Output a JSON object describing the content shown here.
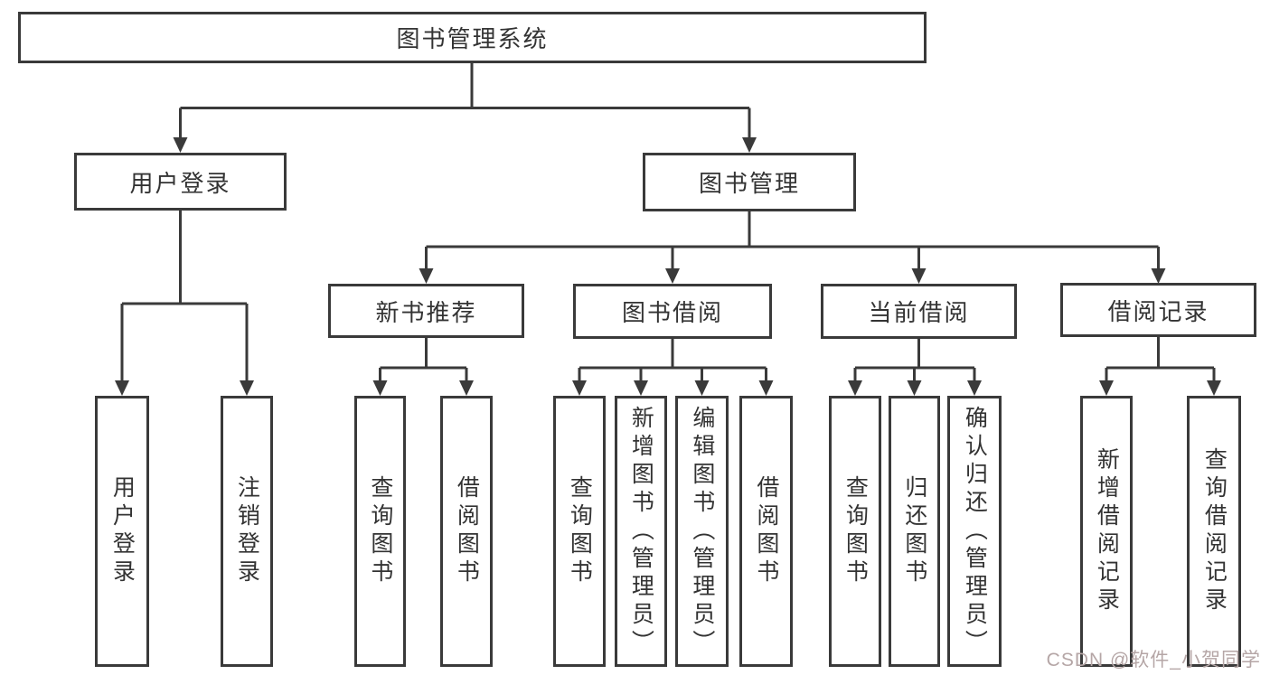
{
  "tree": {
    "label": "图书管理系统",
    "children": [
      {
        "label": "用户登录",
        "children": [
          {
            "label": "用户登录"
          },
          {
            "label": "注销登录"
          }
        ]
      },
      {
        "label": "图书管理",
        "children": [
          {
            "label": "新书推荐",
            "children": [
              {
                "label": "查询图书"
              },
              {
                "label": "借阅图书"
              }
            ]
          },
          {
            "label": "图书借阅",
            "children": [
              {
                "label": "查询图书"
              },
              {
                "label": "新增图书（管理员）"
              },
              {
                "label": "编辑图书（管理员）"
              },
              {
                "label": "借阅图书"
              }
            ]
          },
          {
            "label": "当前借阅",
            "children": [
              {
                "label": "查询图书"
              },
              {
                "label": "归还图书"
              },
              {
                "label": "确认归还（管理员）"
              }
            ]
          },
          {
            "label": "借阅记录",
            "children": [
              {
                "label": "新增借阅记录"
              },
              {
                "label": "查询借阅记录"
              }
            ]
          }
        ]
      }
    ]
  },
  "watermark": {
    "text": "CSDN @软件_小贺同学"
  },
  "colors": {
    "line": "#3a3a3a",
    "text": "#333333",
    "background": "#ffffff",
    "watermark": "#b5a6a6"
  }
}
